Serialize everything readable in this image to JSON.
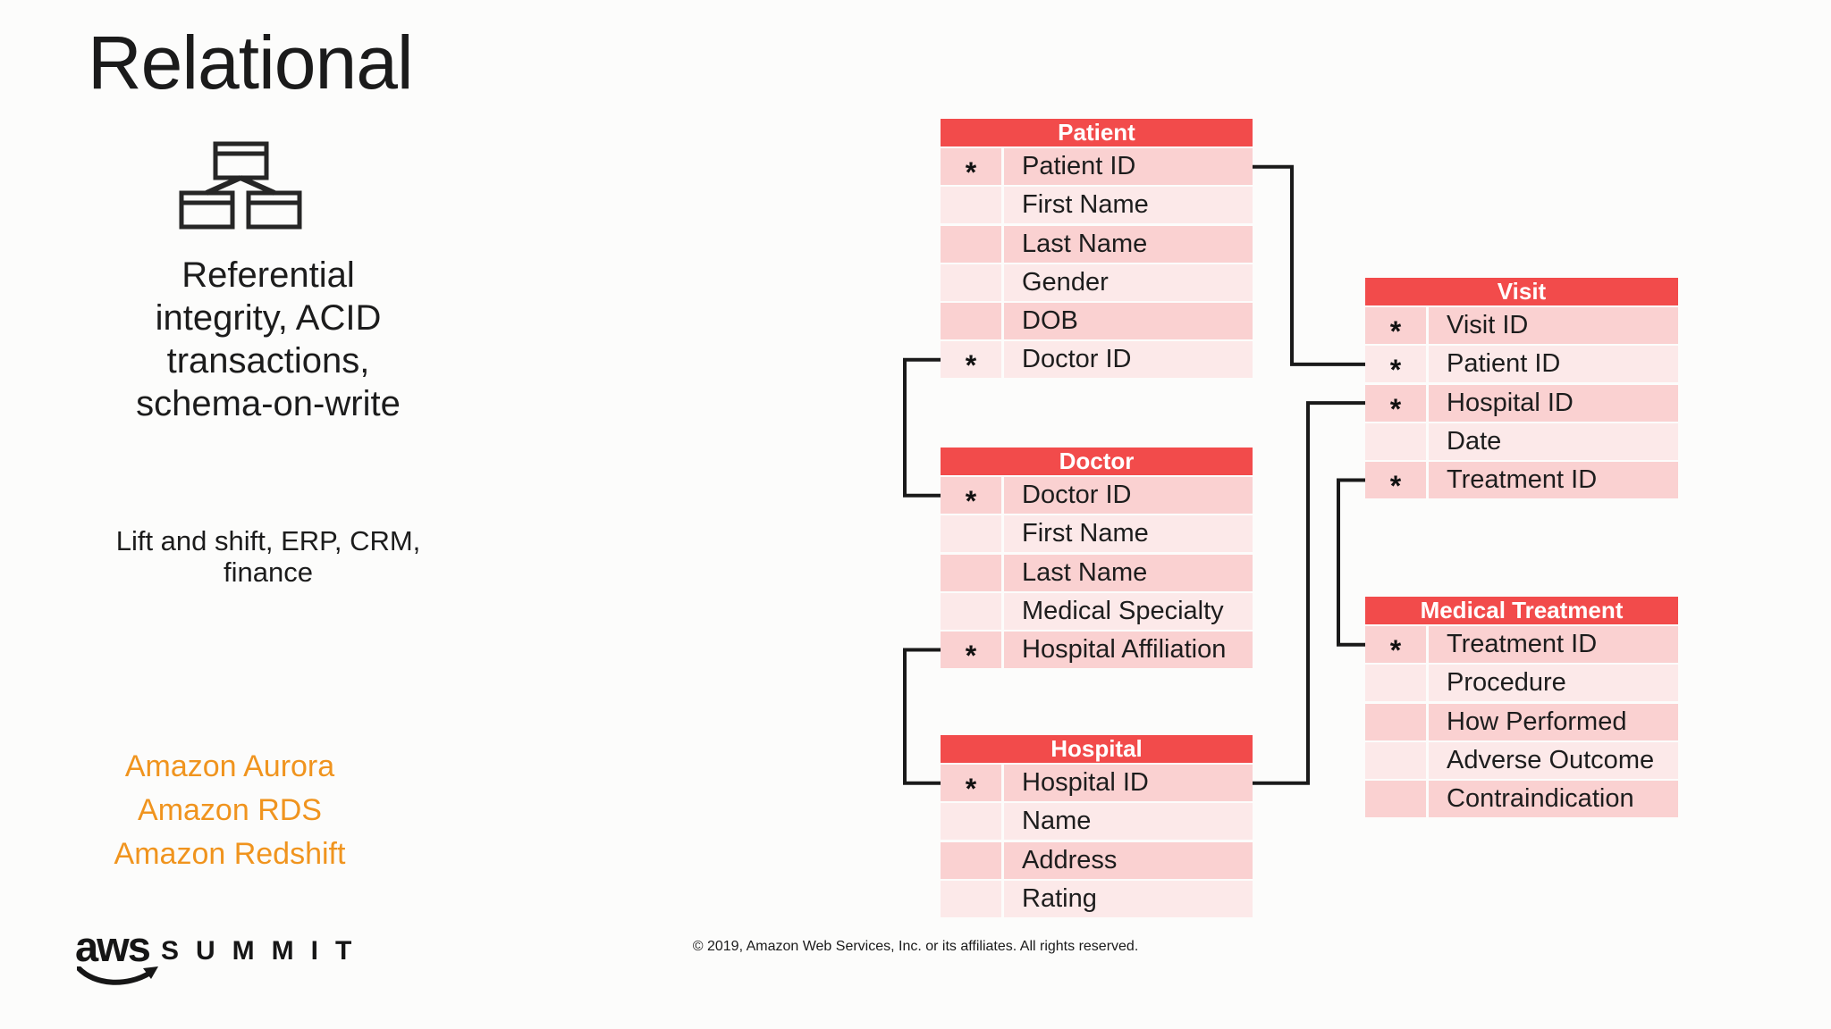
{
  "colors": {
    "header_red": "#F24B4B",
    "row_dark": "#FAD1D1",
    "row_light": "#FCE9E9",
    "accent_orange": "#F0941E",
    "line_black": "#1A1A1A"
  },
  "left_panel": {
    "title": "Relational",
    "description": "Referential\nintegrity, ACID\ntransactions,\nschema-on-write",
    "use_cases": "Lift and shift, ERP, CRM,\nfinance",
    "services": [
      "Amazon Aurora",
      "Amazon RDS",
      "Amazon Redshift"
    ]
  },
  "logo": {
    "aws": "aws",
    "summit": "SUMMIT"
  },
  "footer": {
    "copyright": "© 2019, Amazon Web Services, Inc. or its affiliates. All rights reserved."
  },
  "diagram": {
    "key_marker": "*",
    "entities": [
      {
        "name": "Patient",
        "fields": [
          {
            "label": "Patient ID",
            "key": true
          },
          {
            "label": "First Name",
            "key": false
          },
          {
            "label": "Last Name",
            "key": false
          },
          {
            "label": "Gender",
            "key": false
          },
          {
            "label": "DOB",
            "key": false
          },
          {
            "label": "Doctor ID",
            "key": true
          }
        ]
      },
      {
        "name": "Doctor",
        "fields": [
          {
            "label": "Doctor ID",
            "key": true
          },
          {
            "label": "First Name",
            "key": false
          },
          {
            "label": "Last Name",
            "key": false
          },
          {
            "label": "Medical Specialty",
            "key": false
          },
          {
            "label": "Hospital Affiliation",
            "key": true
          }
        ]
      },
      {
        "name": "Hospital",
        "fields": [
          {
            "label": "Hospital ID",
            "key": true
          },
          {
            "label": "Name",
            "key": false
          },
          {
            "label": "Address",
            "key": false
          },
          {
            "label": "Rating",
            "key": false
          }
        ]
      },
      {
        "name": "Visit",
        "fields": [
          {
            "label": "Visit ID",
            "key": true
          },
          {
            "label": "Patient ID",
            "key": true
          },
          {
            "label": "Hospital ID",
            "key": true
          },
          {
            "label": "Date",
            "key": false
          },
          {
            "label": "Treatment ID",
            "key": true
          }
        ]
      },
      {
        "name": "Medical Treatment",
        "fields": [
          {
            "label": "Treatment ID",
            "key": true
          },
          {
            "label": "Procedure",
            "key": false
          },
          {
            "label": "How Performed",
            "key": false
          },
          {
            "label": "Adverse Outcome",
            "key": false
          },
          {
            "label": "Contraindication",
            "key": false
          }
        ]
      }
    ],
    "relationships": [
      {
        "from": "Patient.Patient ID",
        "to": "Visit.Patient ID"
      },
      {
        "from": "Patient.Doctor ID",
        "to": "Doctor.Doctor ID"
      },
      {
        "from": "Doctor.Hospital Affiliation",
        "to": "Hospital.Hospital ID"
      },
      {
        "from": "Hospital.Hospital ID",
        "to": "Visit.Hospital ID"
      },
      {
        "from": "Visit.Treatment ID",
        "to": "Medical Treatment.Treatment ID"
      }
    ]
  }
}
